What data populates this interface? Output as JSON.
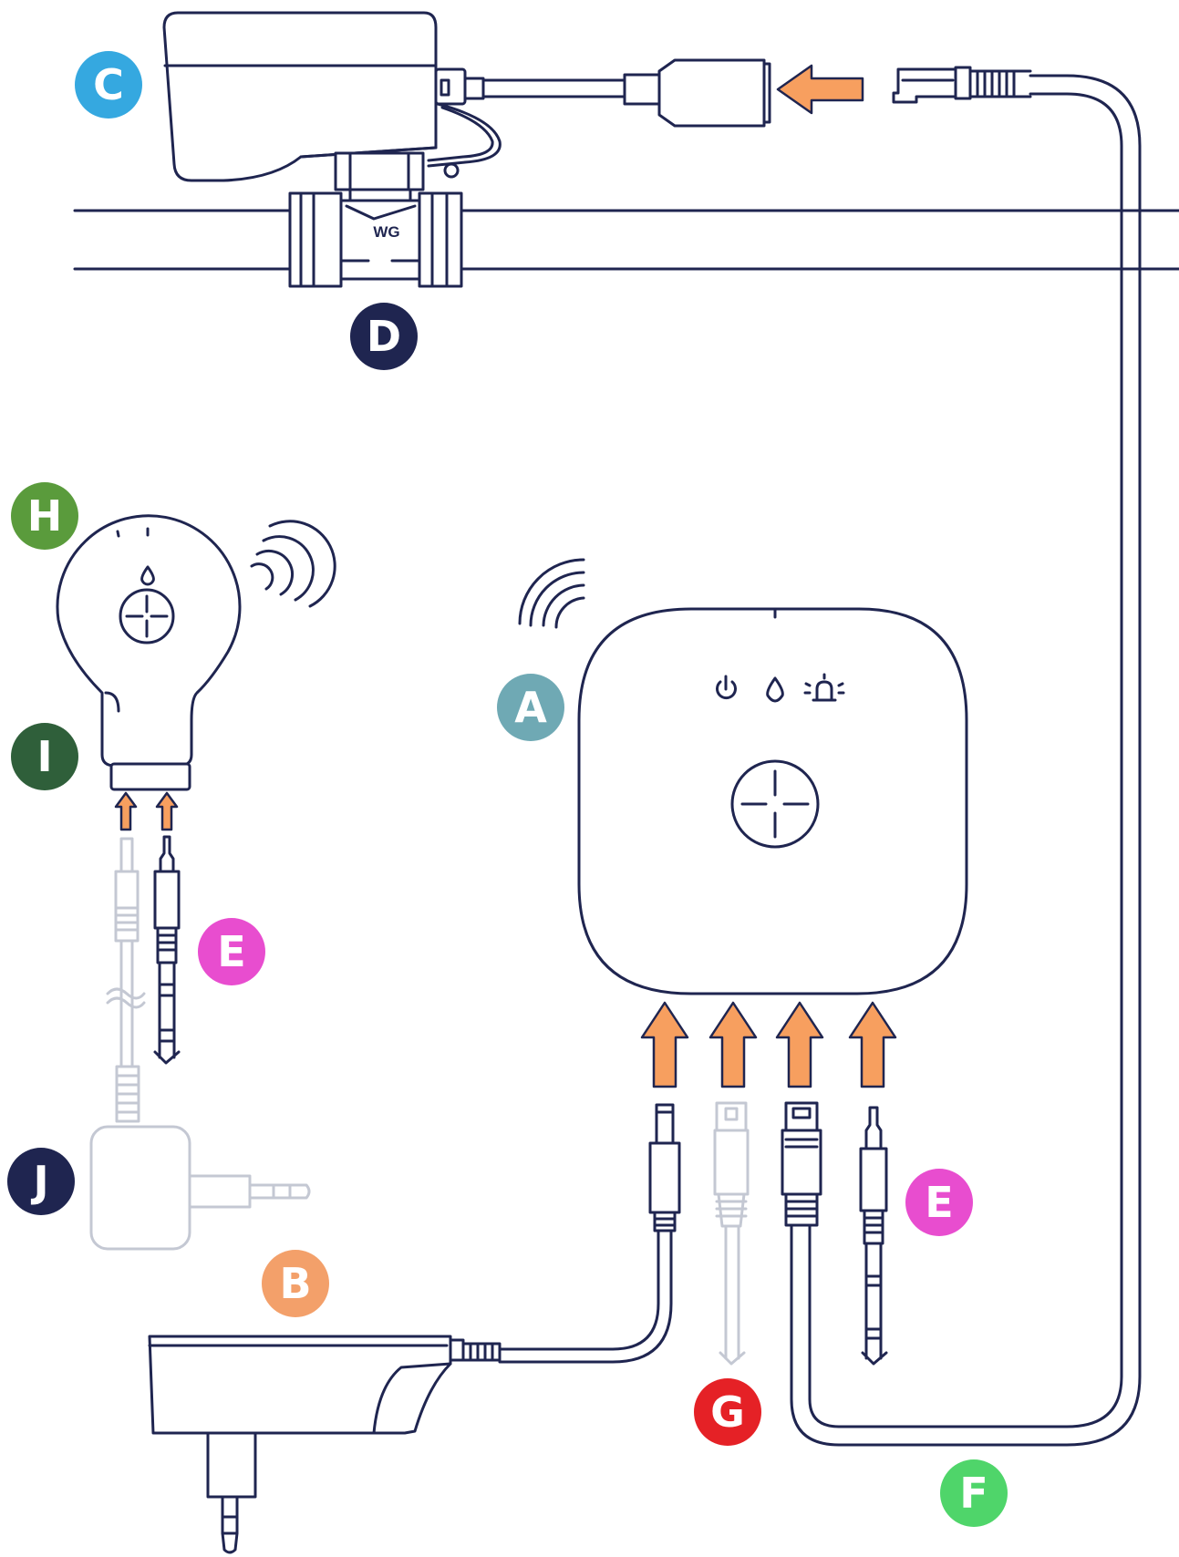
{
  "components": [
    {
      "id": "A",
      "name": "hub",
      "color": "#6fa9b4"
    },
    {
      "id": "B",
      "name": "hub-power-adapter",
      "color": "#f3a06a"
    },
    {
      "id": "C",
      "name": "valve-motor",
      "color": "#35a8e0"
    },
    {
      "id": "D",
      "name": "valve",
      "color": "#1f2550"
    },
    {
      "id": "E",
      "name": "audio-jack-cable",
      "color": "#e84dcf"
    },
    {
      "id": "E",
      "name": "audio-jack-cable",
      "color": "#e84dcf"
    },
    {
      "id": "F",
      "name": "rj-network-cable",
      "color": "#4fd56a"
    },
    {
      "id": "G",
      "name": "ethernet-cable",
      "color": "#e52126"
    },
    {
      "id": "H",
      "name": "water-sensor",
      "color": "#5a9b3c"
    },
    {
      "id": "I",
      "name": "sensor-connector",
      "color": "#2f5f3a"
    },
    {
      "id": "J",
      "name": "sensor-power-adapter",
      "color": "#1f2550"
    }
  ],
  "valve_marking": "WG",
  "icons": [
    "power-icon",
    "water-drop-icon",
    "alarm-icon",
    "pairing-button-icon",
    "wifi-signal-icon"
  ]
}
